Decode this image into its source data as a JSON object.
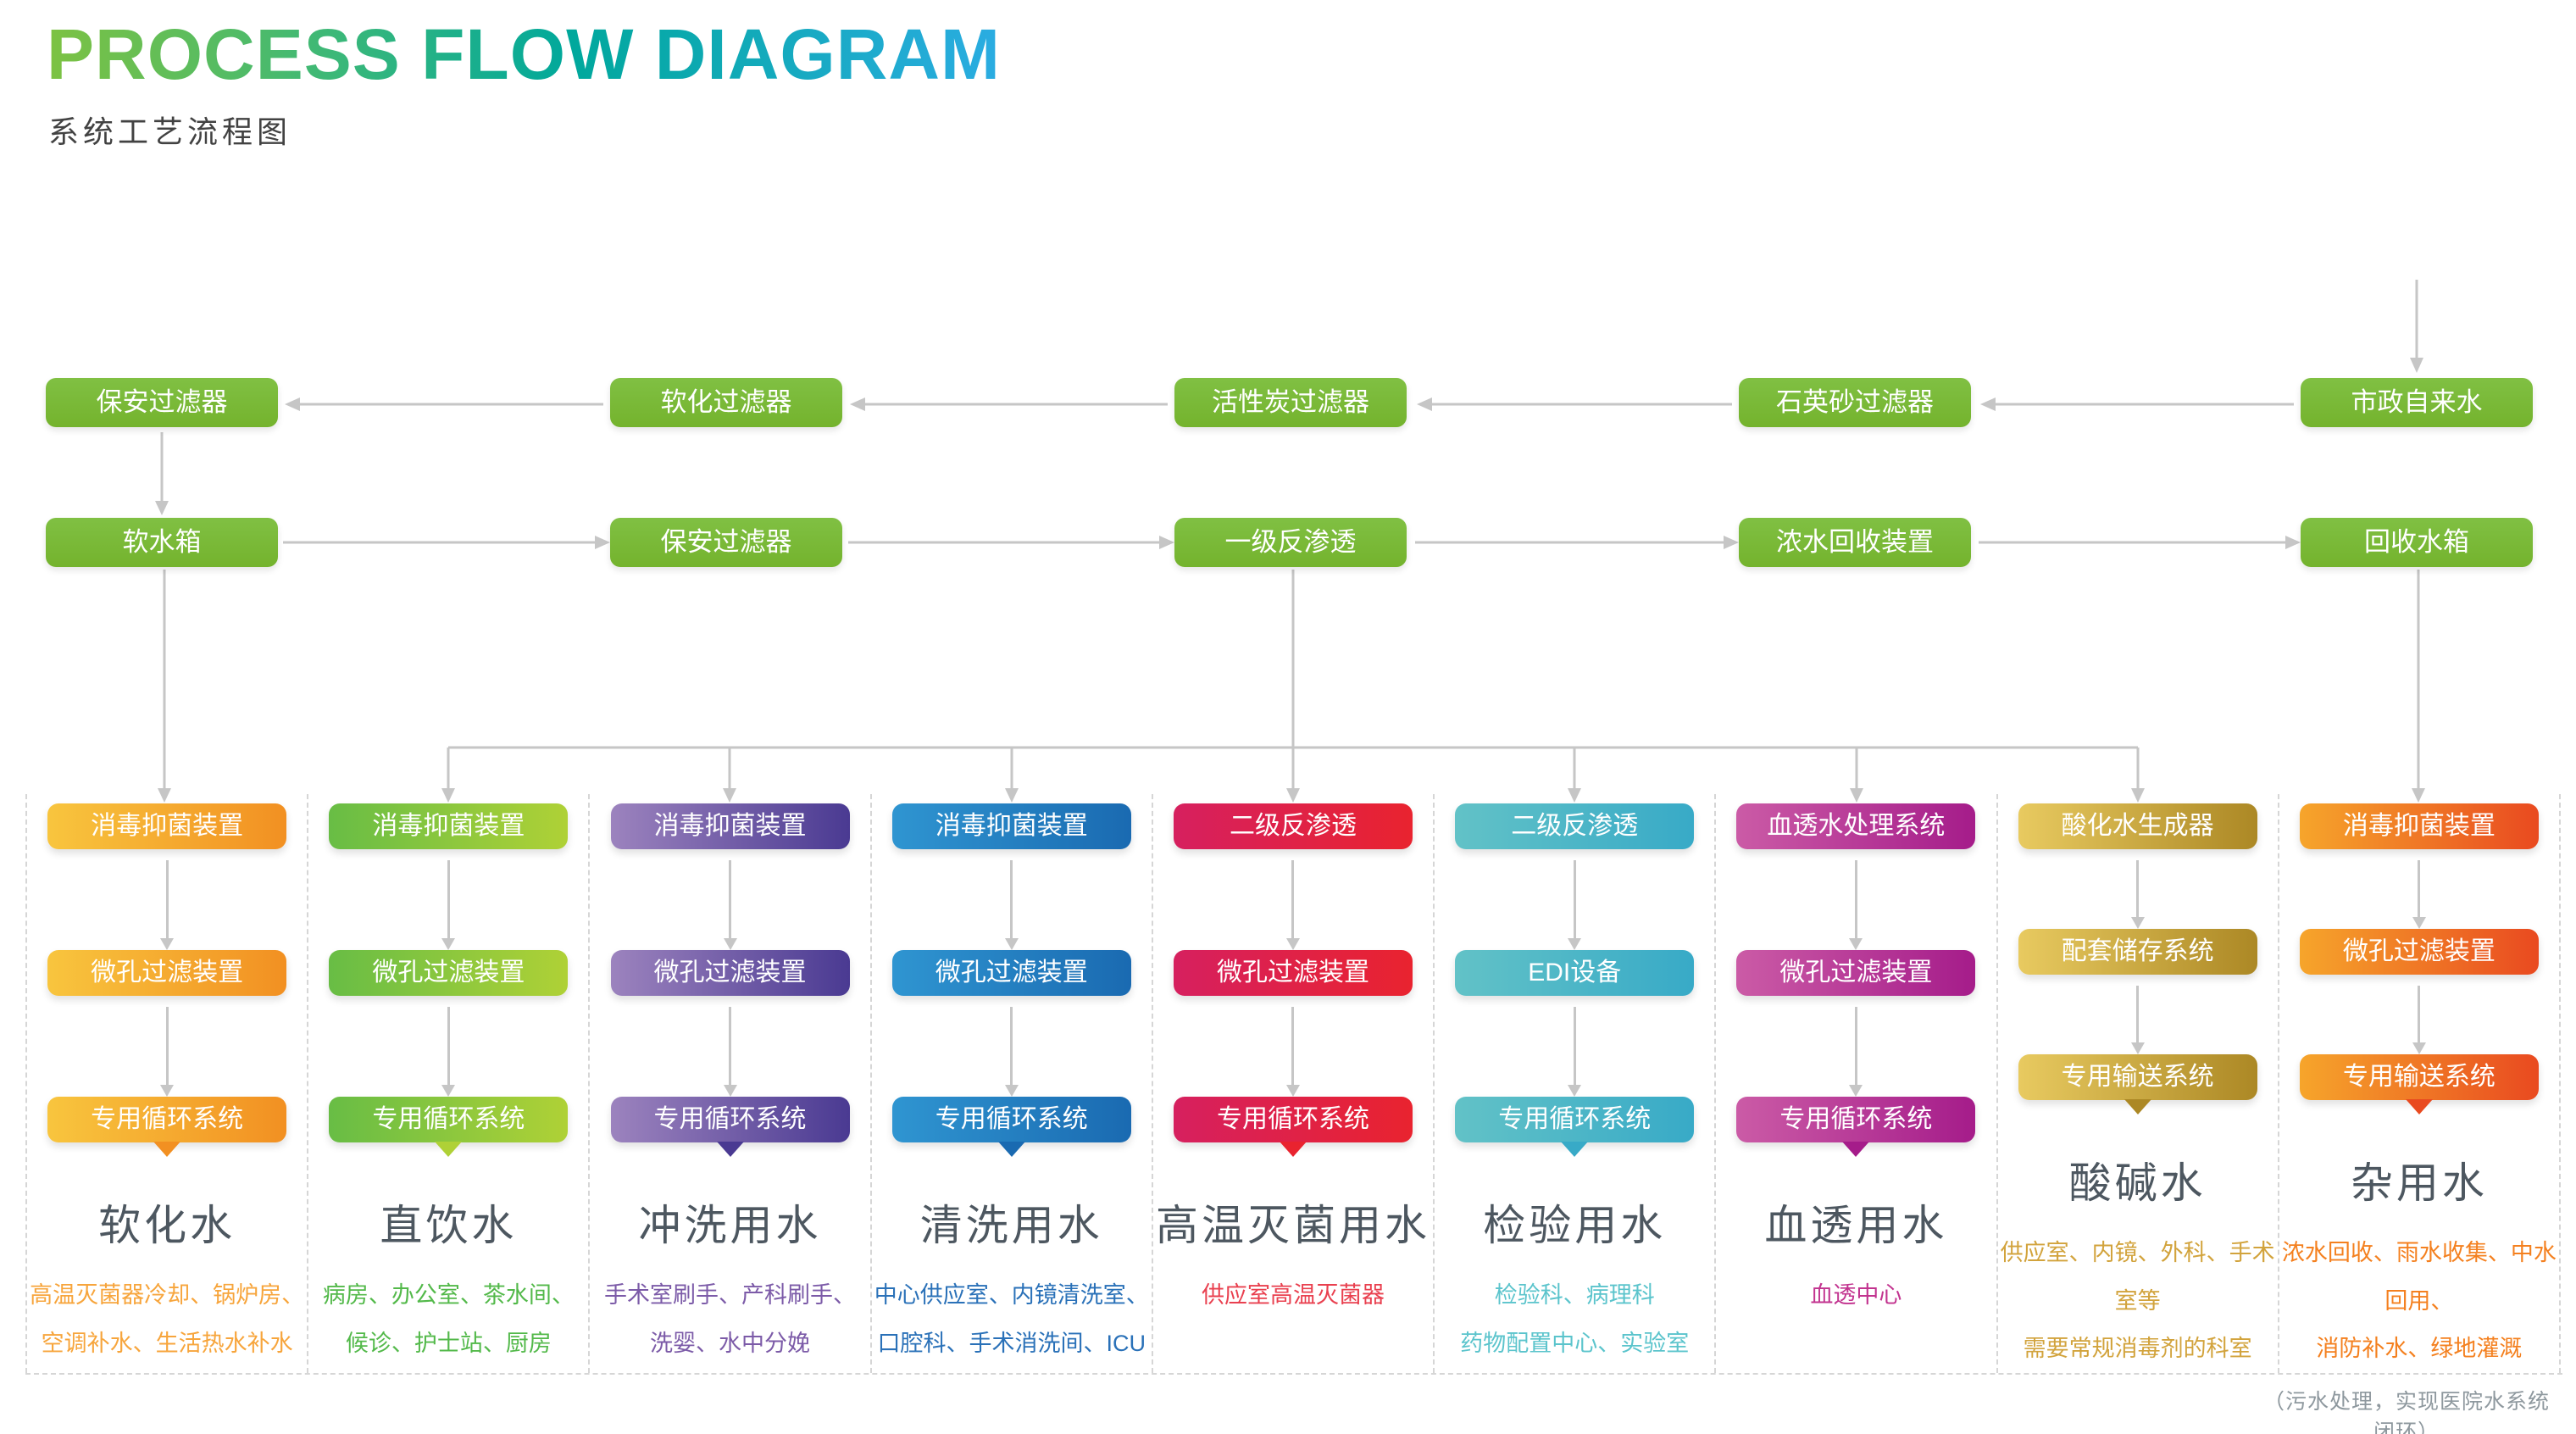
{
  "header": {
    "title": "PROCESS FLOW DIAGRAM",
    "subtitle": "系统工艺流程图"
  },
  "pretreatment": {
    "row1": [
      "保安过滤器",
      "软化过滤器",
      "活性炭过滤器",
      "石英砂过滤器",
      "市政自来水"
    ],
    "row2": [
      "软水箱",
      "保安过滤器",
      "一级反渗透",
      "浓水回收装置",
      "回收水箱"
    ]
  },
  "columns": [
    {
      "steps": [
        "消毒抑菌装置",
        "微孔过滤装置",
        "专用循环系统"
      ],
      "title": "软化水",
      "description": "高温灭菌器冷却、锅炉房、\n空调补水、生活热水补水",
      "c1": "#F8C53E",
      "c2": "#F29022",
      "dc": "#F7A53C"
    },
    {
      "steps": [
        "消毒抑菌装置",
        "微孔过滤装置",
        "专用循环系统"
      ],
      "title": "直饮水",
      "description": "病房、办公室、茶水间、\n候诊、护士站、厨房",
      "c1": "#68BD45",
      "c2": "#AFD136",
      "dc": "#53B94A"
    },
    {
      "steps": [
        "消毒抑菌装置",
        "微孔过滤装置",
        "专用循环系统"
      ],
      "title": "冲洗用水",
      "description": "手术室刷手、产科刷手、\n洗婴、水中分娩",
      "c1": "#9C83BE",
      "c2": "#4A3A92",
      "dc": "#7C5BA8"
    },
    {
      "steps": [
        "消毒抑菌装置",
        "微孔过滤装置",
        "专用循环系统"
      ],
      "title": "清洗用水",
      "description": "中心供应室、内镜清洗室、\n口腔科、手术消洗间、ICU",
      "c1": "#2F95D1",
      "c2": "#1A6AB1",
      "dc": "#2A71B8"
    },
    {
      "steps": [
        "二级反渗透",
        "微孔过滤装置",
        "专用循环系统"
      ],
      "title": "高温灭菌用水",
      "description": "供应室高温灭菌器",
      "c1": "#D6205F",
      "c2": "#E9232F",
      "dc": "#E9404F"
    },
    {
      "steps": [
        "二级反渗透",
        "EDI设备",
        "专用循环系统"
      ],
      "title": "检验用水",
      "description": "检验科、病理科\n药物配置中心、实验室",
      "c1": "#62C2C7",
      "c2": "#38AAC7",
      "dc": "#5BC4CC"
    },
    {
      "steps": [
        "血透水处理系统",
        "微孔过滤装置",
        "专用循环系统"
      ],
      "title": "血透用水",
      "description": "血透中心",
      "c1": "#CB5BA6",
      "c2": "#A51C8A",
      "dc": "#C2338F"
    },
    {
      "steps": [
        "酸化水生成器",
        "配套储存系统",
        "专用输送系统"
      ],
      "title": "酸碱水",
      "description": "供应室、内镜、外科、手术室等\n需要常规消毒剂的科室",
      "c1": "#E8CA60",
      "c2": "#AC8825",
      "dc": "#D2A33C"
    },
    {
      "steps": [
        "消毒抑菌装置",
        "微孔过滤装置",
        "专用输送系统"
      ],
      "title": "杂用水",
      "description": "浓水回收、雨水收集、中水回用、\n消防补水、绿地灌溉",
      "c1": "#F6A52B",
      "c2": "#E94A20",
      "dc": "#F4801F"
    }
  ],
  "footer": {
    "note": "（污水处理，实现医院水系统闭环）"
  },
  "colors": {
    "line": "#C6C6C6",
    "dash": "#D6D6D6",
    "node_green": "#74B32D",
    "title_gradient_start": "#7DC242",
    "title_gradient_end": "#2BACE2"
  }
}
